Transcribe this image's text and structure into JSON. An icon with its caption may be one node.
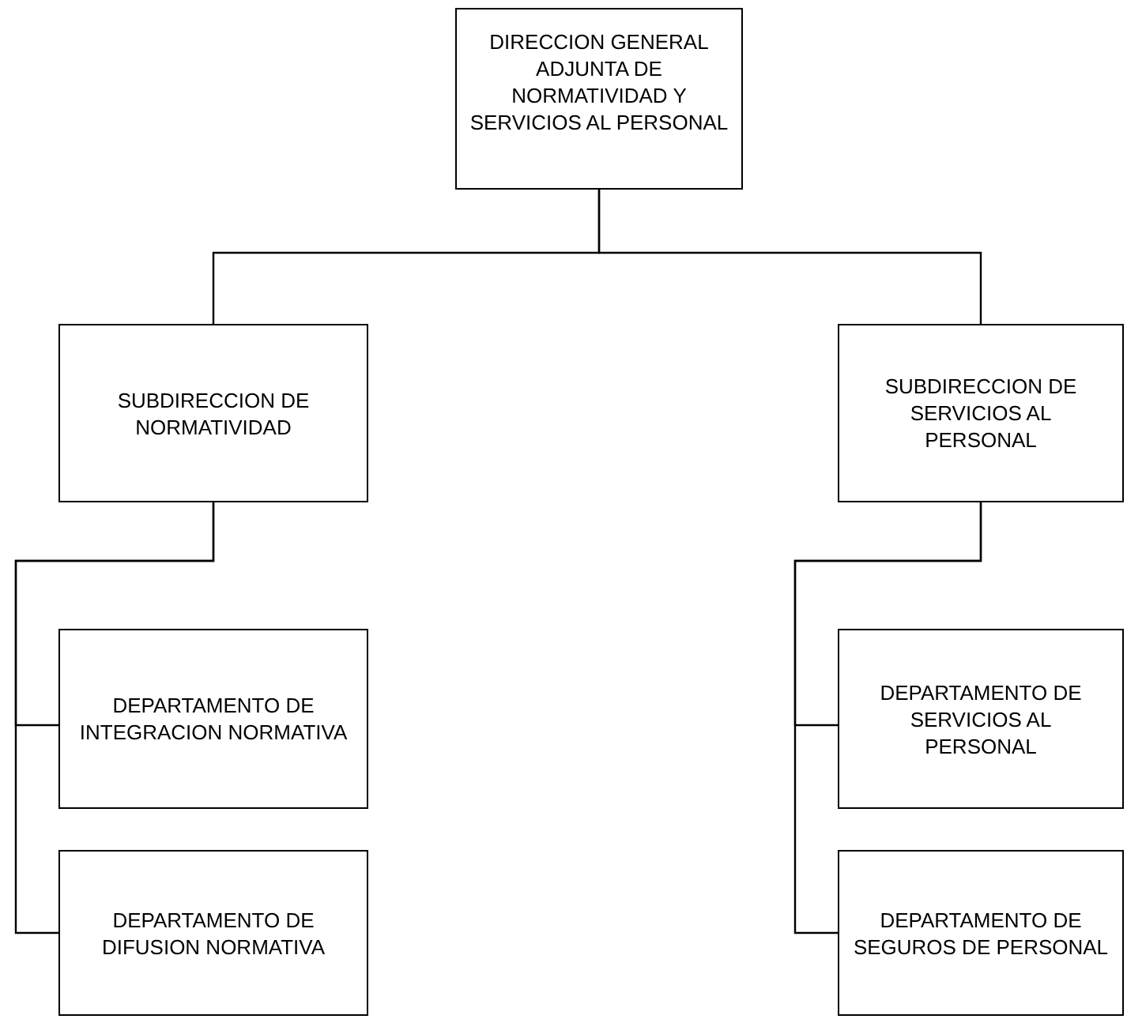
{
  "diagram": {
    "nodes": [
      {
        "text": [
          "DIRECCION GENERAL ADJUNTA DE NORMATIVIDAD Y SERVICIOS AL PERSONAL"
        ]
      },
      {
        "text": [
          "SUBDIRECCION DE NORMATIVIDAD"
        ]
      },
      {
        "text": [
          "SUBDIRECCION DE SERVICIOS AL PERSONAL"
        ]
      },
      {
        "text": [
          "DEPARTAMENTO DE INTEGRACION NORMATIVA"
        ]
      },
      {
        "text": [
          "DEPARTAMENTO DE DIFUSION NORMATIVA"
        ]
      },
      {
        "text": [
          "DEPARTAMENTO DE SERVICIOS AL PERSONAL"
        ]
      },
      {
        "text": [
          "DEPARTAMENTO DE SEGUROS DE PERSONAL"
        ]
      }
    ],
    "edges": [
      {
        "from": 0,
        "to": 1,
        "arrow": "none"
      },
      {
        "from": 0,
        "to": 2,
        "arrow": "none"
      },
      {
        "from": 1,
        "to": 3,
        "arrow": "none"
      },
      {
        "from": 1,
        "to": 4,
        "arrow": "none"
      },
      {
        "from": 2,
        "to": 5,
        "arrow": "none"
      },
      {
        "from": 2,
        "to": 6,
        "arrow": "none"
      }
    ]
  }
}
